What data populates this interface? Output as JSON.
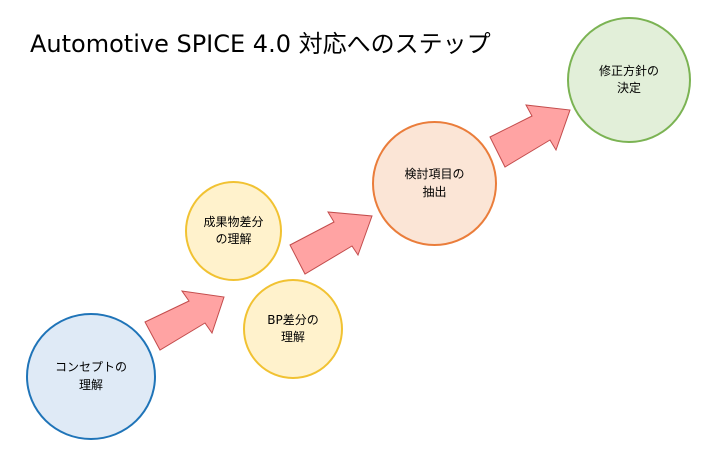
{
  "title": "Automotive SPICE 4.0 対応へのステップ",
  "colors": {
    "arrow_fill": "#ffa3a3",
    "arrow_stroke": "#c34c4c",
    "blue_fill": "#dfeaf6",
    "blue_stroke": "#1f74b8",
    "yellow_fill": "#fff2cc",
    "yellow_stroke": "#f1c232",
    "orange_fill": "#fbe5d6",
    "orange_stroke": "#ea7d3b",
    "green_fill": "#e2efd9",
    "green_stroke": "#7bb353"
  },
  "nodes": {
    "concept": "コンセプトの\n理解",
    "deliverables": "成果物差分\nの理解",
    "bp": "BP差分の\n理解",
    "extract": "検討項目の\n抽出",
    "decide": "修正方針の\n決定"
  }
}
